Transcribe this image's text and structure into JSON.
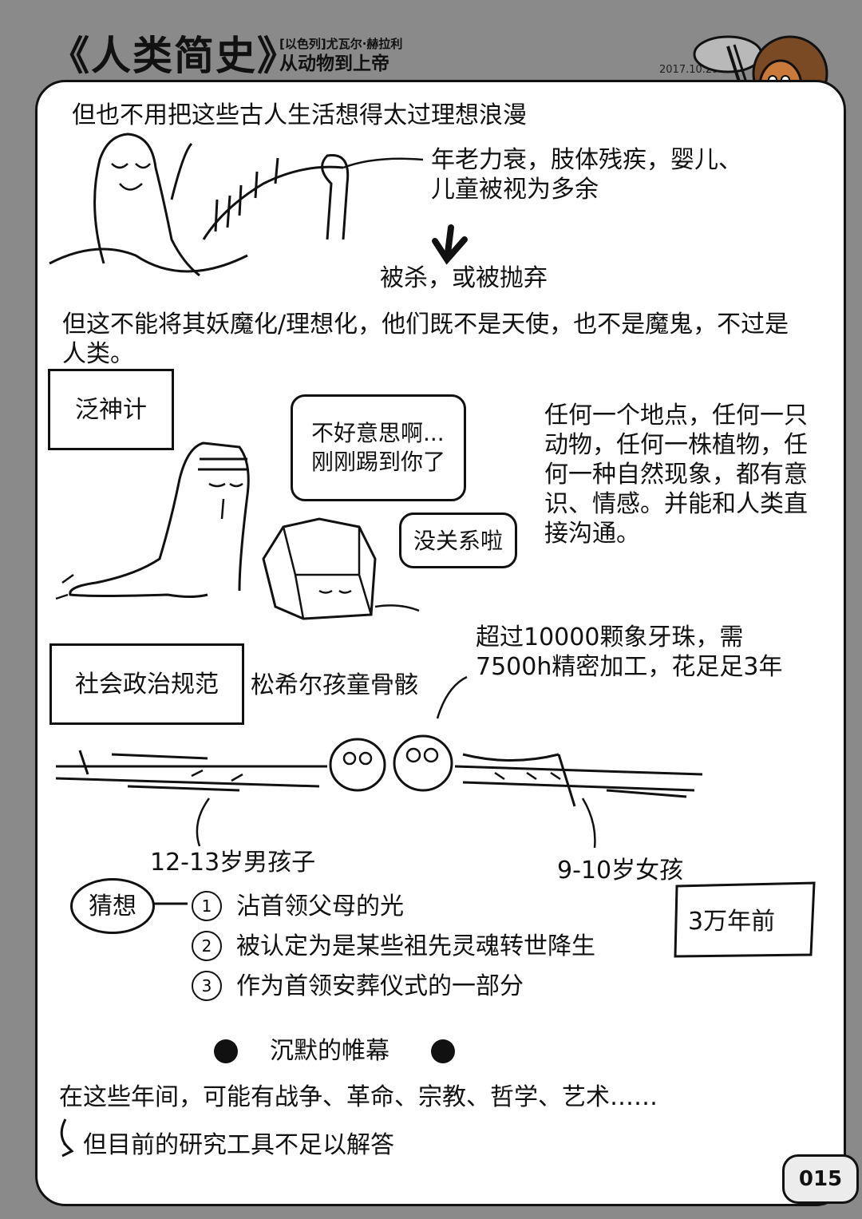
{
  "header": {
    "title": "《人类简史》",
    "author": "[以色列]尤瓦尔·赫拉利",
    "subtitle": "从动物到上帝",
    "date": "2017.10.29"
  },
  "section1": {
    "intro": "但也不用把这些古人生活想得太过理想浪漫",
    "note": "年老力衰，肢体残疾，婴儿、儿童被视为多余",
    "result": "被杀，或被抛弃",
    "conclusion": "但这不能将其妖魔化/理想化，他们既不是天使，也不是魔鬼，不过是人类。"
  },
  "section2": {
    "box_label": "泛神计",
    "bubble_person": "不好意思啊...\n刚刚踢到你了",
    "bubble_rock": "没关系啦",
    "description": "任何一个地点，任何一只动物，任何一株植物，任何一种自然现象，都有意识、情感。并能和人类直接沟通。"
  },
  "section3": {
    "box_label": "社会政治规范",
    "site_label": "松希尔孩童骨骸",
    "beads_note": "超过10000颗象牙珠，需\n7500h精密加工，花足足3年",
    "boy_label": "12-13岁男孩子",
    "girl_label": "9-10岁女孩",
    "guess_label": "猜想",
    "guesses": [
      {
        "num": "1",
        "text": "沾首领父母的光"
      },
      {
        "num": "2",
        "text": "被认定为是某些祖先灵魂转世降生"
      },
      {
        "num": "3",
        "text": "作为首领安葬仪式的一部分"
      }
    ],
    "era_label": "3万年前"
  },
  "section4": {
    "heading": "沉默的帷幕",
    "line1": "在这些年间，可能有战争、革命、宗教、哲学、艺术……",
    "line2": "但目前的研究工具不足以解答"
  },
  "page_number": "015"
}
